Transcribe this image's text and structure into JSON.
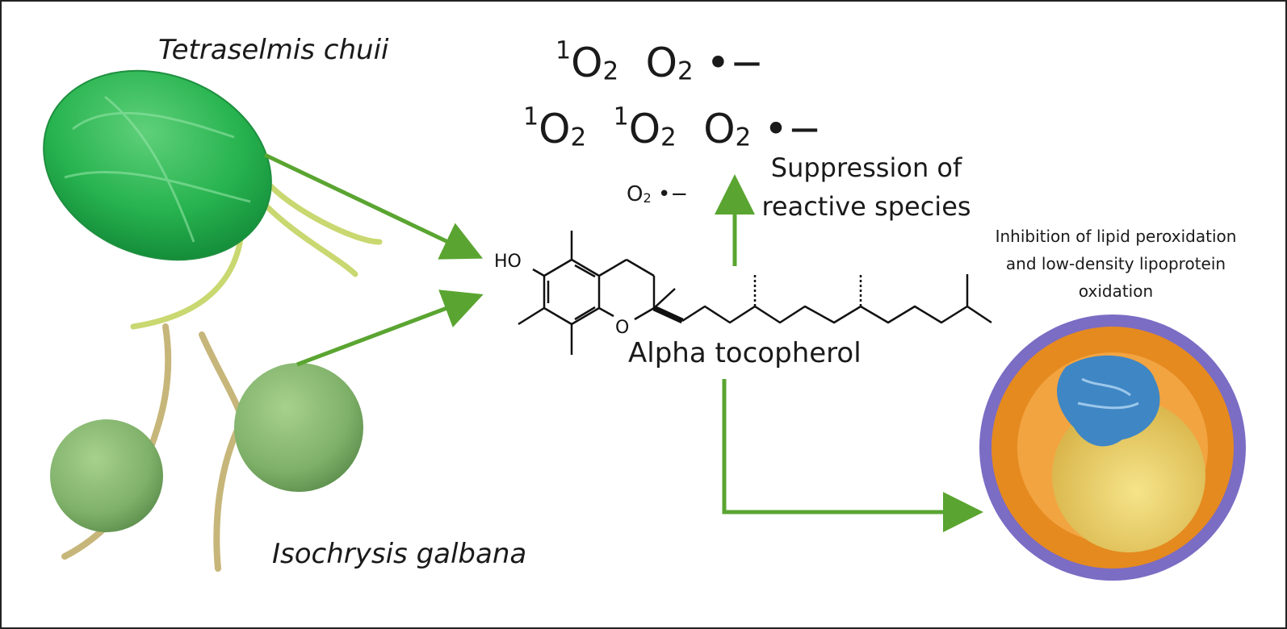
{
  "organisms": {
    "top": "Tetraselmis chuii",
    "bottom": "Isochrysis galbana"
  },
  "reactive_species": {
    "singlet_oxygen": {
      "superscript": "1",
      "base": "O",
      "subscript": "2"
    },
    "superoxide": {
      "base": "O",
      "subscript": "2",
      "charge": "•−"
    }
  },
  "compound": {
    "name": "Alpha tocopherol",
    "hydroxyl_label": "HO",
    "ring_oxygen_label": "O"
  },
  "effects": {
    "suppression": [
      "Suppression of",
      "reactive species"
    ],
    "inhibition": [
      "Inhibition of lipid peroxidation",
      "and low-density lipoprotein",
      "oxidation"
    ]
  },
  "colors": {
    "arrow": "#5aa531",
    "tetraselmis": "#27b34f",
    "isochrysis": "#7fb069",
    "flagella": "#c9d870",
    "isochrysis_flagella": "#c7b67a",
    "ldl_shell": "#e58a1f",
    "ldl_tips": "#7b6cc4",
    "ldl_protein": "#3f86c4",
    "ldl_core": "#e8d36a"
  },
  "icons": [
    "tetraselmis-cell-icon",
    "isochrysis-cell-icon",
    "ldl-particle-icon"
  ]
}
